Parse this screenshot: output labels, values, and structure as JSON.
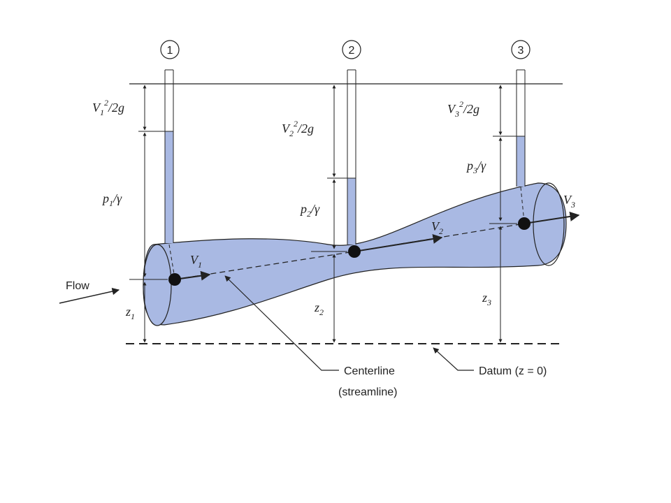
{
  "stations": [
    "1",
    "2",
    "3"
  ],
  "labels": {
    "flow": "Flow",
    "centerline": "Centerline",
    "streamline": "(streamline)",
    "datum": "Datum (z = 0)"
  },
  "heads": {
    "v1": "V",
    "v1_sub": "1",
    "v1_rest": "/2g",
    "sup": "2",
    "v2": "V",
    "v2_sub": "2",
    "v2_rest": "/2g",
    "v3": "V",
    "v3_sub": "3",
    "v3_rest": "/2g",
    "p1": "p",
    "p1_sub": "1",
    "p1_rest": "/γ",
    "p2": "p",
    "p2_sub": "2",
    "p2_rest": "/γ",
    "p3": "p",
    "p3_sub": "3",
    "p3_rest": "/γ",
    "z1": "z",
    "z1_sub": "1",
    "z2": "z",
    "z2_sub": "2",
    "z3": "z",
    "z3_sub": "3"
  },
  "velocities": {
    "V1": "V",
    "V1_sub": "1",
    "V2": "V",
    "V2_sub": "2",
    "V3": "V",
    "V3_sub": "3"
  },
  "colors": {
    "pipe_fill": "#a9b9e3",
    "pipe_stroke": "#222222",
    "line": "#222222"
  }
}
